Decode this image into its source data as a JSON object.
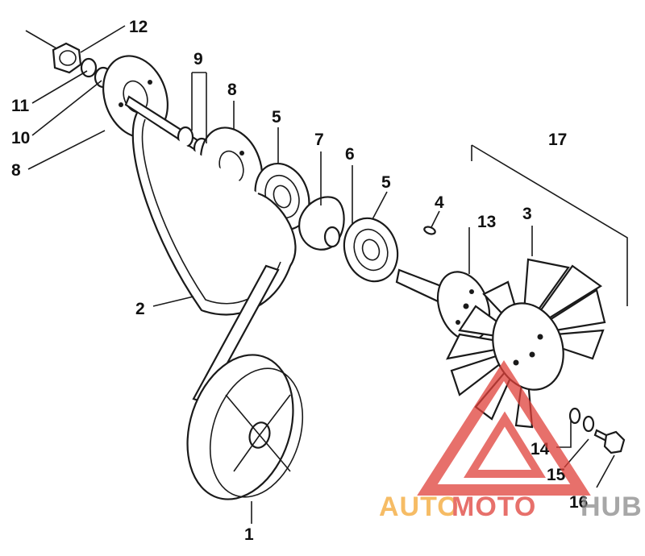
{
  "callouts": {
    "c1": "1",
    "c2": "2",
    "c3": "3",
    "c4": "4",
    "c5a": "5",
    "c5b": "5",
    "c6": "6",
    "c7": "7",
    "c8a": "8",
    "c8b": "8",
    "c9": "9",
    "c10": "10",
    "c11": "11",
    "c12": "12",
    "c13": "13",
    "c14": "14",
    "c15": "15",
    "c16": "16",
    "c17": "17"
  },
  "watermark": {
    "part1": "AUTO",
    "part2": "MOTO",
    "part3": "HUB",
    "colors": {
      "orange": "#f4a632",
      "red": "#e0413a",
      "gray": "#8a8a8a"
    }
  }
}
